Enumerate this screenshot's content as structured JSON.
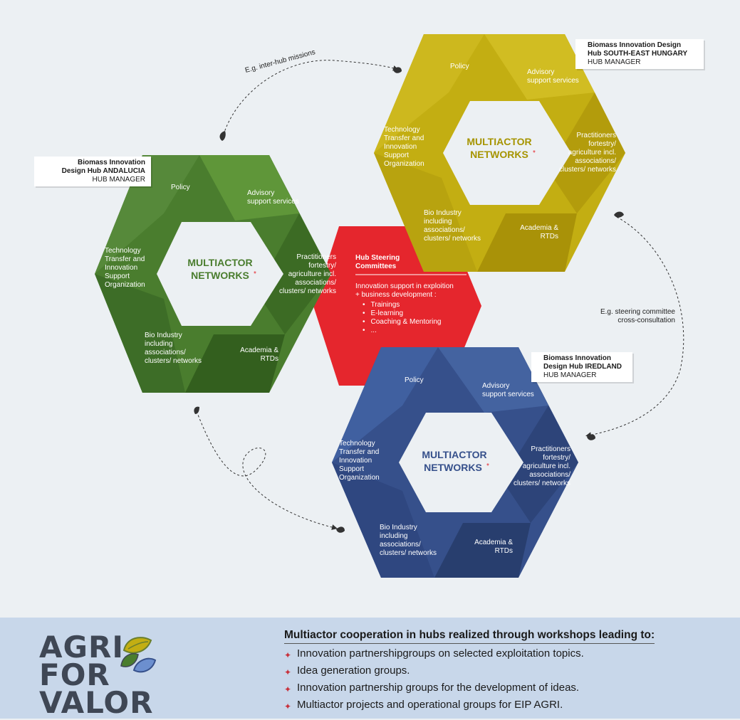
{
  "hubs": {
    "andalucia": {
      "label_line1": "Biomass Innovation",
      "label_line2": "Design Hub ANDALUCIA",
      "label_role": "HUB MANAGER",
      "center_line1": "MULTIACTOR",
      "center_line2": "NETWORKS",
      "asterisk": "*"
    },
    "hungary": {
      "label_line1": "Biomass Innovation Design",
      "label_line2": "Hub SOUTH-EAST HUNGARY",
      "label_role": "HUB MANAGER",
      "center_line1": "MULTIACTOR",
      "center_line2": "NETWORKS",
      "asterisk": "*"
    },
    "ireland": {
      "label_line1": "Biomass Innovation",
      "label_line2": "Design Hub IREDLAND",
      "label_role": "HUB MANAGER",
      "center_line1": "MULTIACTOR",
      "center_line2": "NETWORKS",
      "asterisk": "*"
    }
  },
  "segments": {
    "policy": "Policy",
    "advisory_1": "Advisory",
    "advisory_2": "support services",
    "practitioners_1": "Practitioners",
    "practitioners_2": "fortestry/",
    "practitioners_3": "agriculture incl.",
    "practitioners_4": "associations/",
    "practitioners_5": "clusters/ networks",
    "academia_1": "Academia &",
    "academia_2": "RTDs",
    "bio_1": "Bio Industry",
    "bio_2": "including",
    "bio_3": "associations/",
    "bio_4": "clusters/ networks",
    "tech_1": "Technology",
    "tech_2": "Transfer and",
    "tech_3": "Innovation",
    "tech_4": "Support",
    "tech_5": "Organization"
  },
  "steering": {
    "title_1": "Hub Steering",
    "title_2": "Committees",
    "intro_1": "Innovation support in exploition",
    "intro_2": "+ business development :",
    "items": [
      "Trainings",
      "E-learning",
      "Coaching & Mentoring",
      "..."
    ]
  },
  "arrows": {
    "inter_hub": "E.g. inter-hub missions",
    "steering_1": "E.g. steering committee",
    "steering_2": "cross-consultation"
  },
  "footer": {
    "logo_line1": "AGRI",
    "logo_line2": "FOR",
    "logo_line3": "VALOR",
    "title": "Multiactor cooperation in hubs realized through workshops leading to:",
    "items": [
      "Innovation partnershipgroups on selected exploitation topics.",
      "Idea generation groups.",
      "Innovation partnership groups for the development of ideas.",
      "Multiactor projects and operational groups for EIP AGRI."
    ]
  },
  "colors": {
    "green": "#4a7d2e",
    "yellow": "#c3ae12",
    "blue": "#36508b",
    "red": "#e5262d",
    "footer_bg": "#c8d7ea",
    "bullet_red": "#c8313c"
  }
}
